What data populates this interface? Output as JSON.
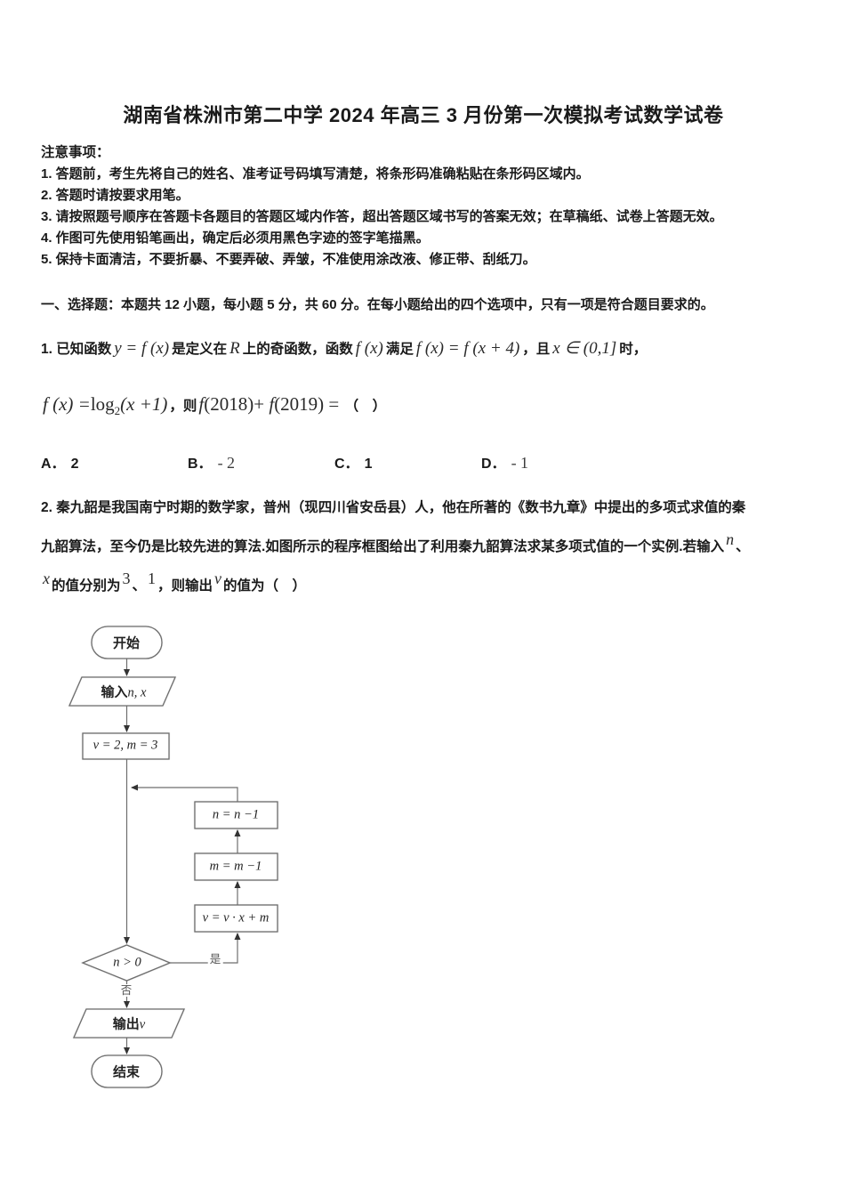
{
  "title": "湖南省株洲市第二中学 2024 年高三 3 月份第一次模拟考试数学试卷",
  "notices": {
    "heading": "注意事项：",
    "items": [
      "1. 答题前，考生先将自己的姓名、准考证号码填写清楚，将条形码准确粘贴在条形码区域内。",
      "2. 答题时请按要求用笔。",
      "3. 请按照题号顺序在答题卡各题目的答题区域内作答，超出答题区域书写的答案无效；在草稿纸、试卷上答题无效。",
      "4. 作图可先使用铅笔画出，确定后必须用黑色字迹的签字笔描黑。",
      "5. 保持卡面清洁，不要折暴、不要弄破、弄皱，不准使用涂改液、修正带、刮纸刀。"
    ]
  },
  "section1_heading": "一、选择题：本题共 12 小题，每小题 5 分，共 60 分。在每小题给出的四个选项中，只有一项是符合题目要求的。",
  "q1": {
    "t0": "1. 已知函数",
    "m0": "y = f (x)",
    "t1": "是定义在",
    "m1": "R",
    "t2": "上的奇函数，函数",
    "m2": "f (x)",
    "t3": "满足",
    "m3": "f (x) = f (x + 4)",
    "t4": "，且",
    "m4": "x ∈ (0,1]",
    "t5": "时，",
    "formula": {
      "f0": "f (x) =",
      "f1": "log",
      "f2": "2",
      "f3": "(x +1)",
      "t": "，则",
      "g0": "f",
      "g1": "(2018)+ ",
      "g2": "f",
      "g3": "(2019) =",
      "paren": "（　）"
    },
    "options": [
      {
        "label": "A．",
        "value": "2"
      },
      {
        "label": "B．",
        "value": "- 2"
      },
      {
        "label": "C．",
        "value": "1"
      },
      {
        "label": "D．",
        "value": "- 1"
      }
    ]
  },
  "q2": {
    "line1": "2. 秦九韶是我国南宁时期的数学家，普州（现四川省安岳县）人，他在所著的《数书九章》中提出的多项式求值的秦",
    "line2_t0": "九韶算法，至今仍是比较先进的算法.如图所示的程序框图给出了利用秦九韶算法求某多项式值的一个实例.若输入",
    "line2_m0": "n",
    "line2_t1": "、",
    "line3_m0": "x",
    "line3_t0": "的值分别为",
    "line3_m1": "3",
    "line3_t1": "、",
    "line3_m2": "1",
    "line3_t2": "，则输出",
    "line3_m3": "v",
    "line3_t3": "的值为（　）"
  },
  "flowchart": {
    "start": "开始",
    "input_prefix": "输入",
    "input_math": "n, x",
    "init": "v = 2, m = 3",
    "box_n": "n = n −1",
    "box_m": "m = m −1",
    "box_v": "v = v · x + m",
    "condition": "n > 0",
    "yes_label": "是",
    "no_label": "否",
    "output_prefix": "输出",
    "output_math": "v",
    "end": "结束"
  },
  "colors": {
    "text": "#1a1a1a",
    "flow_line": "#6e6e6e",
    "arrow": "#333333",
    "background": "#ffffff"
  }
}
